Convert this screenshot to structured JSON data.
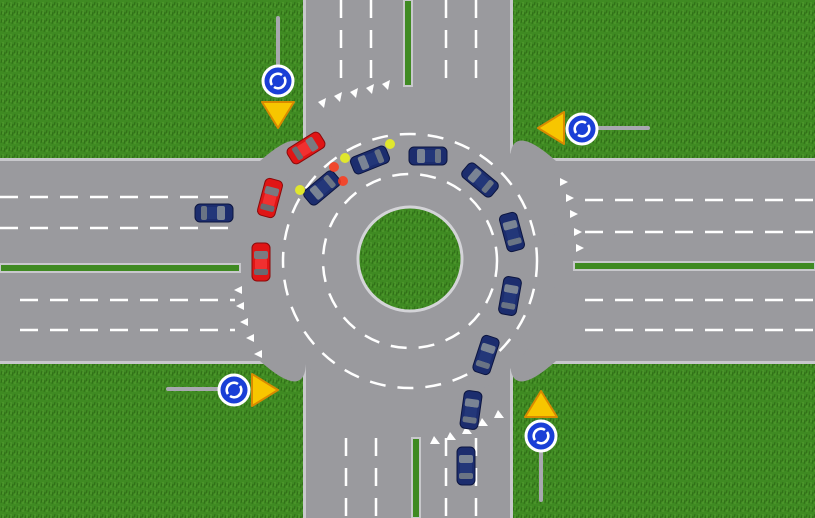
{
  "scene": {
    "type": "roundabout-traffic-simulation",
    "colors": {
      "grass": "#3f8a22",
      "grass_dark": "#2f6e17",
      "road": "#9a9a9e",
      "curb": "#c8c8cc",
      "lane_marking": "#ffffff",
      "island": "#3f8a22",
      "sign_blue": "#1a3fd6",
      "yield_yellow": "#f7c600",
      "yield_border": "#d98a00",
      "car_blue": "#1c2d6e",
      "car_red": "#e01515",
      "indicator_yellow": "#e8f020",
      "brake_red": "#ff3a1a"
    },
    "signs": [
      {
        "name": "roundabout-sign",
        "icon": "roundabout-arrows-icon",
        "approach": "north"
      },
      {
        "name": "roundabout-sign",
        "icon": "roundabout-arrows-icon",
        "approach": "east"
      },
      {
        "name": "roundabout-sign",
        "icon": "roundabout-arrows-icon",
        "approach": "south"
      },
      {
        "name": "roundabout-sign",
        "icon": "roundabout-arrows-icon",
        "approach": "west"
      }
    ],
    "yield_signs": [
      {
        "approach": "north",
        "icon": "yield-triangle-icon"
      },
      {
        "approach": "east",
        "icon": "yield-triangle-icon"
      },
      {
        "approach": "south",
        "icon": "yield-triangle-icon"
      },
      {
        "approach": "west",
        "icon": "yield-triangle-icon"
      }
    ],
    "vehicles": [
      {
        "color": "red",
        "state": "entering-roundabout"
      },
      {
        "color": "red",
        "state": "entering-roundabout"
      },
      {
        "color": "red",
        "state": "waiting-at-yield"
      },
      {
        "color": "blue",
        "state": "waiting-at-yield"
      },
      {
        "color": "blue",
        "state": "circulating",
        "indicator": true
      },
      {
        "color": "blue",
        "state": "circulating",
        "indicator": true
      },
      {
        "color": "blue",
        "state": "circulating"
      },
      {
        "color": "blue",
        "state": "circulating"
      },
      {
        "color": "blue",
        "state": "circulating"
      },
      {
        "color": "blue",
        "state": "circulating"
      },
      {
        "color": "blue",
        "state": "exiting"
      },
      {
        "color": "blue",
        "state": "exiting"
      },
      {
        "color": "blue",
        "state": "exiting"
      }
    ]
  }
}
